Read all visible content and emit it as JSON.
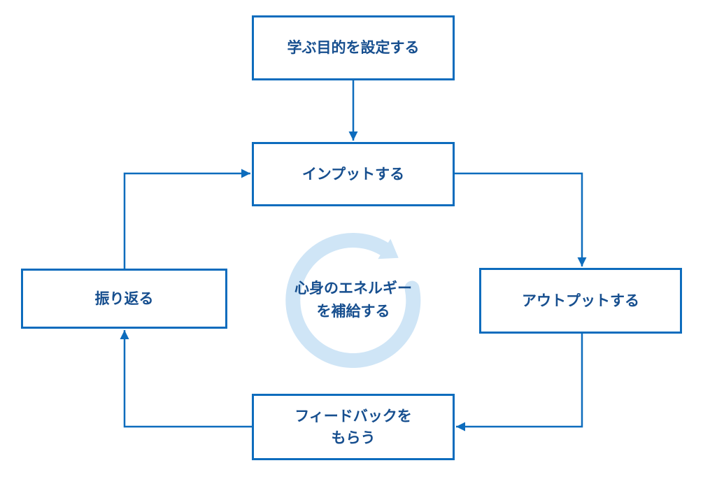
{
  "diagram": {
    "title": "learning-cycle-diagram",
    "nodes": [
      {
        "id": "purpose",
        "label": "学ぶ目的を設定する"
      },
      {
        "id": "input",
        "label": "インプットする"
      },
      {
        "id": "output",
        "label": "アウトプットする"
      },
      {
        "id": "feedback",
        "label_line1": "フィードバックを",
        "label_line2": "もらう"
      },
      {
        "id": "reflect",
        "label": "振り返る"
      }
    ],
    "center": {
      "line1": "心身のエネルギー",
      "line2": "を補給する"
    },
    "flow": [
      "purpose -> input",
      "input -> output",
      "output -> feedback",
      "feedback -> reflect",
      "reflect -> input"
    ],
    "colors": {
      "line": "#0d6cbd",
      "text": "#174f8f",
      "cycle_icon": "#cfe5f6",
      "background": "#ffffff"
    }
  }
}
